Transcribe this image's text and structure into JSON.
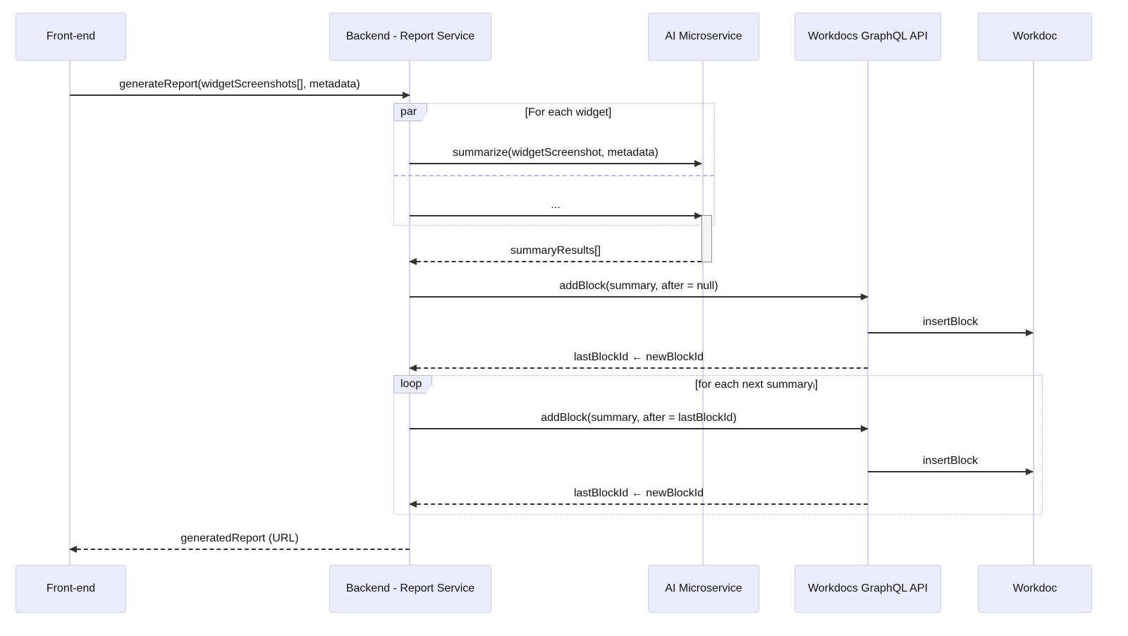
{
  "participants": [
    {
      "name": "Front-end"
    },
    {
      "name": "Backend - Report Service"
    },
    {
      "name": "AI Microservice"
    },
    {
      "name": "Workdocs GraphQL API"
    },
    {
      "name": "Workdoc"
    }
  ],
  "frames": {
    "par": {
      "label": "par",
      "title": "[For each widget]"
    },
    "loop": {
      "label": "loop",
      "title": "[for each next summaryᵢ]"
    }
  },
  "messages": {
    "generate_report": "generateReport(widgetScreenshots[], metadata)",
    "summarize": "summarize(widgetScreenshot, metadata)",
    "ellipsis": "...",
    "summary_results": "summaryResults[]",
    "add_block_first": "addBlock(summary, after = null)",
    "insert_block_first": "insertBlock",
    "last_block_id_first": "lastBlockId ← newBlockId",
    "add_block_next": "addBlock(summary, after = lastBlockId)",
    "insert_block_next": "insertBlock",
    "last_block_id_next": "lastBlockId ← newBlockId",
    "generated_report": "generatedReport (URL)"
  },
  "colors": {
    "actor_fill": "#ECECFF",
    "actor_border": "#cdcde6",
    "lifeline": "#d8d2ec",
    "arrow": "#333333",
    "frame_border": "#b8b8e0",
    "activation_fill": "#f4f4f4",
    "activation_border": "#8c8c8c",
    "text": "#111111"
  }
}
